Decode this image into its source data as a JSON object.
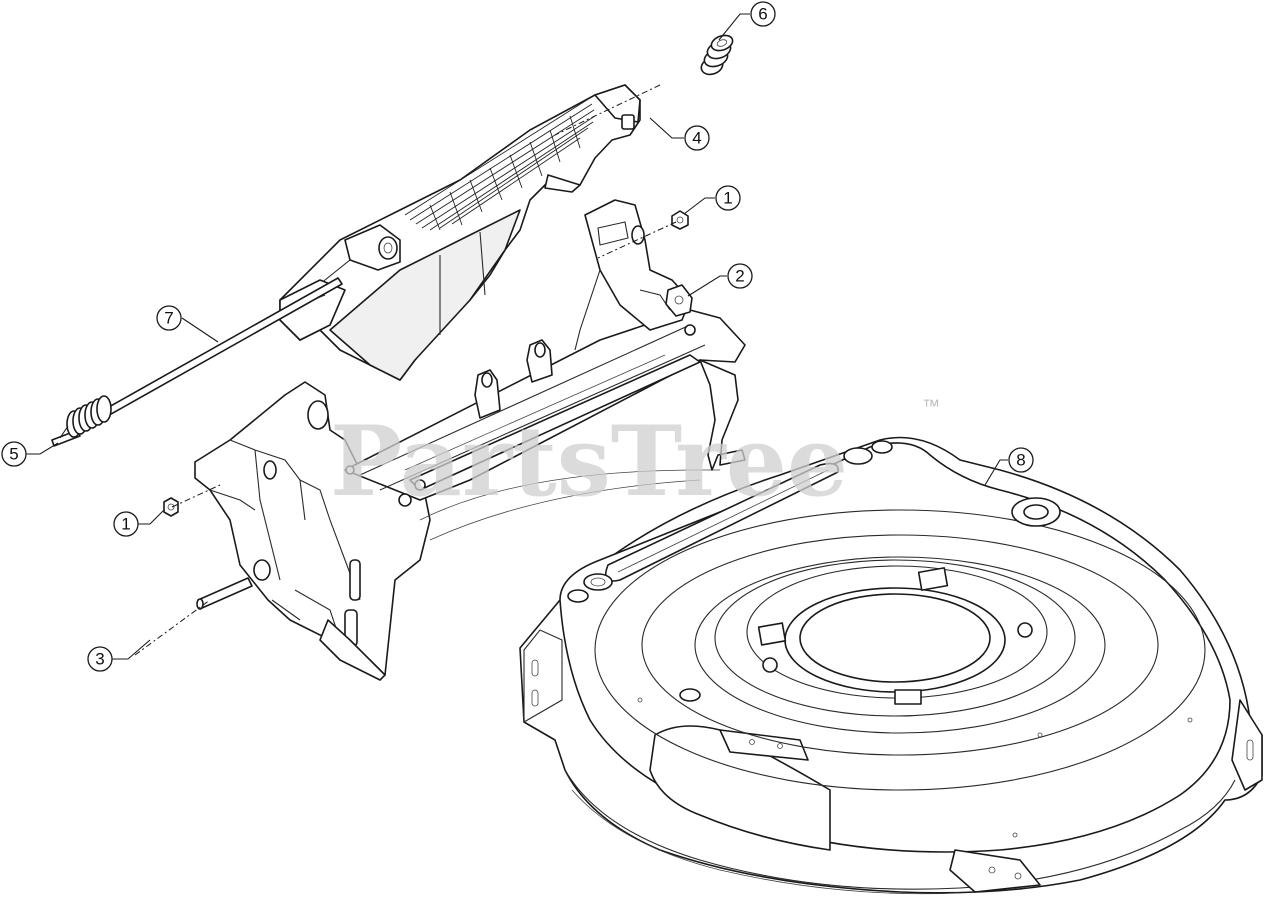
{
  "watermark": {
    "text": "PartsTree",
    "trademark": "™"
  },
  "callouts": [
    {
      "id": "c1a",
      "label": "1"
    },
    {
      "id": "c1b",
      "label": "1"
    },
    {
      "id": "c2",
      "label": "2"
    },
    {
      "id": "c3",
      "label": "3"
    },
    {
      "id": "c4",
      "label": "4"
    },
    {
      "id": "c5",
      "label": "5"
    },
    {
      "id": "c6",
      "label": "6"
    },
    {
      "id": "c7",
      "label": "7"
    },
    {
      "id": "c8",
      "label": "8"
    }
  ]
}
